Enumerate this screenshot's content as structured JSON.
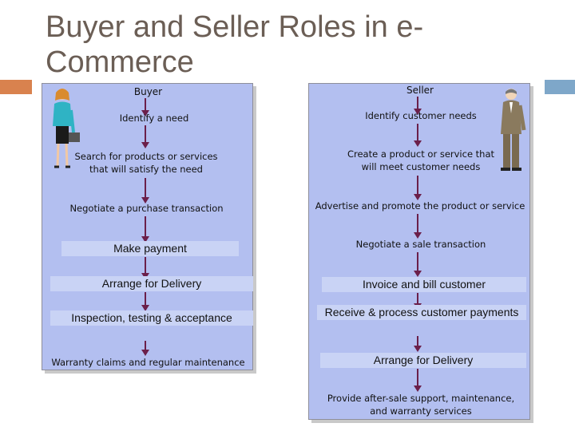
{
  "title": "Buyer and Seller Roles in e-Commerce",
  "buyer": {
    "heading": "Buyer",
    "steps": [
      "Identify a need",
      "Search for products or services that will satisfy the need",
      "Negotiate a purchase transaction",
      "Make payment",
      "Arrange for Delivery",
      "Inspection, testing & acceptance",
      "Warranty claims and regular maintenance"
    ]
  },
  "seller": {
    "heading": "Seller",
    "steps": [
      "Identify customer needs",
      "Create a product or service that will meet customer needs",
      "Advertise and promote the product or service",
      "Negotiate a sale transaction",
      "Invoice and bill customer",
      "Receive & process customer payments",
      "Arrange for Delivery",
      "Provide after-sale support, maintenance, and warranty services"
    ]
  },
  "colors": {
    "title": "#6b5e55",
    "panel": "#b3bff0",
    "arrow": "#6b1f4a",
    "accent_left": "#d9824e",
    "accent_right": "#7ea7c9"
  },
  "icons": {
    "buyer_figure": "woman-with-briefcase-icon",
    "seller_figure": "man-in-suit-icon"
  }
}
